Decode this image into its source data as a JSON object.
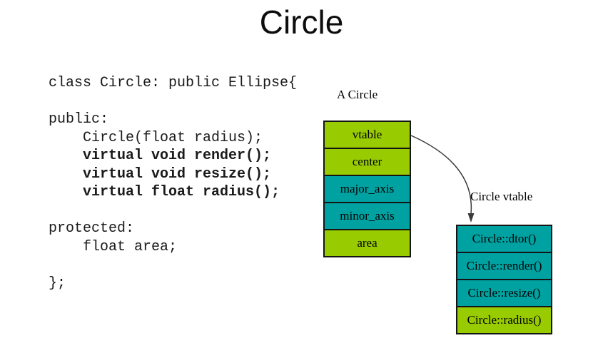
{
  "title": "Circle",
  "code": {
    "lines": [
      {
        "text": "class Circle: public Ellipse{",
        "bold": false
      },
      {
        "text": "",
        "bold": false
      },
      {
        "text": "public:",
        "bold": false
      },
      {
        "text": "    Circle(float radius);",
        "bold": false
      },
      {
        "text": "    virtual void render();",
        "bold": true
      },
      {
        "text": "    virtual void resize();",
        "bold": true
      },
      {
        "text": "    virtual float radius();",
        "bold": true
      },
      {
        "text": "",
        "bold": false
      },
      {
        "text": "protected:",
        "bold": false
      },
      {
        "text": "    float area;",
        "bold": false
      },
      {
        "text": "",
        "bold": false
      },
      {
        "text": "};",
        "bold": false
      }
    ]
  },
  "diagram": {
    "object_label": "A Circle",
    "object_rows": [
      {
        "label": "vtable",
        "color": "green"
      },
      {
        "label": "center",
        "color": "green"
      },
      {
        "label": "major_axis",
        "color": "teal"
      },
      {
        "label": "minor_axis",
        "color": "teal"
      },
      {
        "label": "area",
        "color": "green"
      }
    ],
    "vtable_label": "Circle vtable",
    "vtable_rows": [
      {
        "label": "Circle::dtor()",
        "color": "teal"
      },
      {
        "label": "Circle::render()",
        "color": "teal"
      },
      {
        "label": "Circle::resize()",
        "color": "teal"
      },
      {
        "label": "Circle::radius()",
        "color": "green"
      }
    ]
  },
  "colors": {
    "green": "#99CC00",
    "teal": "#00A1A1",
    "border": "#141414",
    "arrow": "#3a3a3a",
    "text": "#000000"
  }
}
